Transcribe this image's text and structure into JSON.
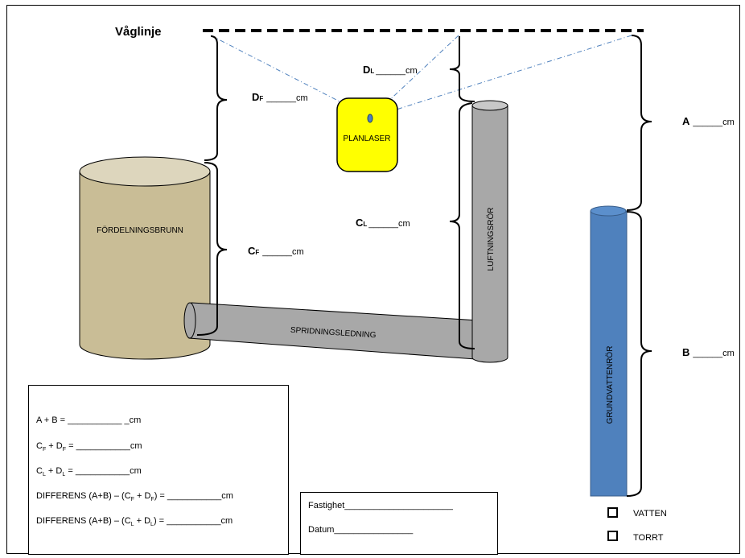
{
  "waterline_label": "Våglinje",
  "planlaser_label": "PLANLASER",
  "tank_label": "FÖRDELNINGSBRUNN",
  "vent_pipe_label": "LUFTNINGSRÖR",
  "distribution_pipe_label": "SPRIDNINGSLEDNING",
  "groundwater_pipe_label": "GRUNDVATTENRÖR",
  "measures": {
    "df": {
      "letter": "D",
      "sub": "F",
      "blank": "______cm"
    },
    "cf": {
      "letter": "C",
      "sub": "F",
      "blank": "______cm"
    },
    "dl": {
      "letter": "D",
      "sub": "L",
      "blank": "______cm"
    },
    "cl": {
      "letter": "C",
      "sub": "L",
      "blank": "______cm"
    },
    "a": {
      "letter": "A",
      "blank": "______cm"
    },
    "b": {
      "letter": "B",
      "blank": "______cm"
    }
  },
  "calc_box": {
    "line1": "A + B = ___________ _cm",
    "line2": {
      "c": "C",
      "cs": "F",
      "d": "D",
      "ds": "F",
      "rest": "___________cm"
    },
    "line3": {
      "c": "C",
      "cs": "L",
      "d": "D",
      "ds": "L",
      "rest": "___________cm"
    },
    "line4": {
      "pre": "DIFFERENS (A+B) – (C",
      "cs": "F",
      "mid": " + D",
      "ds": "F",
      "rest": ") = ___________cm"
    },
    "line5": {
      "pre": "DIFFERENS (A+B) – (C",
      "cs": "L",
      "mid": " + D",
      "ds": "L",
      "rest": ") = ___________cm"
    }
  },
  "property_box": {
    "fastighet": "Fastighet______________________",
    "datum": "Datum________________"
  },
  "checkboxes": [
    {
      "label": "VATTEN"
    },
    {
      "label": "TORRT"
    }
  ],
  "colors": {
    "tank": "#c9bd96",
    "tank_top": "#ddd6bd",
    "pipe_gray": "#a8a8a8",
    "pipe_top": "#c8c8c8",
    "groundwater": "#4f81bd",
    "laser": "#ffff00",
    "laser_beam": "#4f81bd"
  }
}
